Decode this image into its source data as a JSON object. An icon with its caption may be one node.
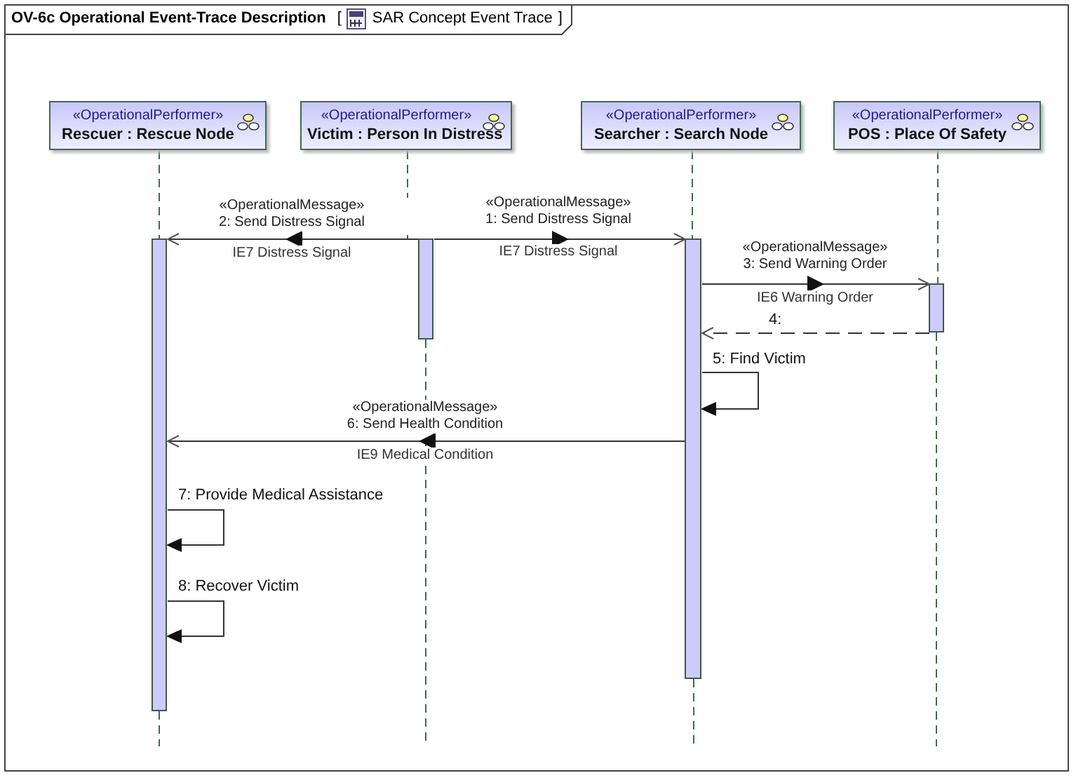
{
  "diagram": {
    "title": "OV-6c Operational Event-Trace Description",
    "nodes": [
      {
        "text": [
          "«OperationalPerformer»",
          "Rescuer : Rescue Node"
        ]
      },
      {
        "text": [
          "«OperationalPerformer»",
          "Victim : Person In Distress"
        ]
      },
      {
        "text": [
          "«OperationalPerformer»",
          "Searcher : Search Node"
        ]
      },
      {
        "text": [
          "«OperationalPerformer»",
          "POS : Place Of Safety"
        ]
      },
      {
        "text": [],
        "shape": "bar"
      },
      {
        "text": [],
        "shape": "bar"
      },
      {
        "text": [],
        "shape": "bar"
      },
      {
        "text": [],
        "shape": "bar"
      }
    ],
    "edges": [
      {
        "from": 0,
        "to": 4,
        "arrow": "none",
        "style": "dashed"
      },
      {
        "from": 1,
        "to": 5,
        "arrow": "none",
        "style": "dashed"
      },
      {
        "from": 2,
        "to": 6,
        "arrow": "none",
        "style": "dashed"
      },
      {
        "from": 3,
        "to": 7,
        "arrow": "none",
        "style": "dashed"
      },
      {
        "from": 5,
        "to": 6,
        "arrow": "to",
        "label": "«OperationalMessage» 1: Send Distress Signal"
      },
      {
        "from": 5,
        "to": 4,
        "arrow": "to",
        "label": "«OperationalMessage» 2: Send Distress Signal"
      },
      {
        "from": 6,
        "to": 7,
        "arrow": "to",
        "label": "«OperationalMessage» 3: Send Warning Order"
      },
      {
        "from": 7,
        "to": 6,
        "arrow": "to",
        "label": "4:",
        "style": "dashed"
      },
      {
        "from": 6,
        "to": 6,
        "arrow": "to",
        "label": "5: Find Victim"
      },
      {
        "from": 6,
        "to": 4,
        "arrow": "to",
        "label": "«OperationalMessage» 6: Send Health Condition"
      },
      {
        "from": 4,
        "to": 4,
        "arrow": "to",
        "label": "7: Provide Medical Assistance"
      },
      {
        "from": 4,
        "to": 4,
        "arrow": "to",
        "label": "8: Recover Victim"
      }
    ],
    "labels": [
      "[",
      "SAR Concept Event Trace",
      "]",
      "IE7 Distress Signal",
      "IE7 Distress Signal",
      "IE6 Warning Order",
      "IE9 Medical Condition"
    ]
  }
}
